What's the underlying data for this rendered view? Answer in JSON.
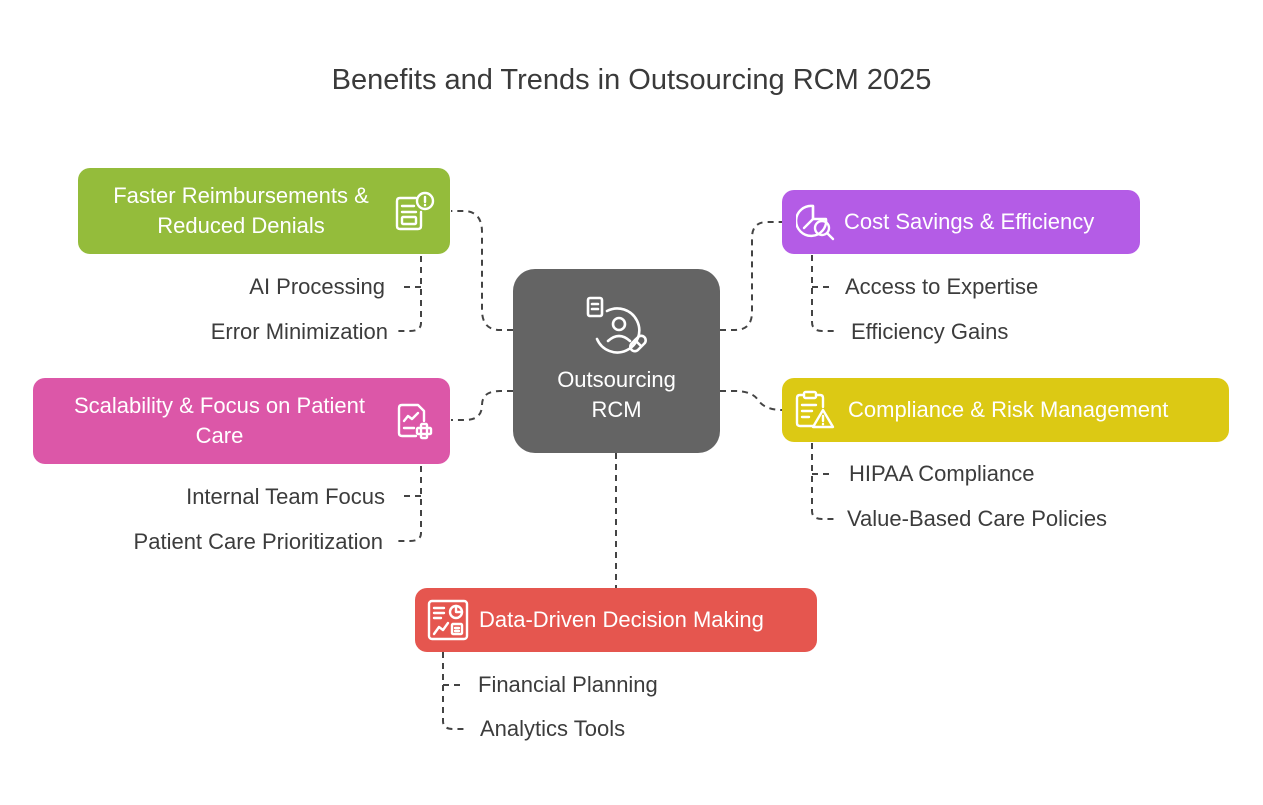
{
  "title": "Benefits and Trends in Outsourcing RCM 2025",
  "center": {
    "label_line1": "Outsourcing",
    "label_line2": "RCM",
    "icon": "patient-records-icon"
  },
  "nodes": {
    "faster_reimbursements": {
      "label_line1": "Faster Reimbursements &",
      "label_line2": "Reduced Denials",
      "color": "#94BC3B",
      "icon": "document-alert-icon",
      "items": [
        "AI Processing",
        "Error Minimization"
      ]
    },
    "scalability": {
      "label_line1": "Scalability & Focus on Patient",
      "label_line2": "Care",
      "color": "#DC57A8",
      "icon": "document-plus-icon",
      "items": [
        "Internal Team Focus",
        "Patient Care Prioritization"
      ]
    },
    "cost_savings": {
      "label": "Cost Savings & Efficiency",
      "color": "#B45CE6",
      "icon": "pie-chart-search-icon",
      "items": [
        "Access to Expertise",
        "Efficiency Gains"
      ]
    },
    "compliance": {
      "label": "Compliance & Risk Management",
      "color": "#DCC914",
      "icon": "clipboard-warning-icon",
      "items": [
        "HIPAA Compliance",
        "Value-Based Care Policies"
      ]
    },
    "data_driven": {
      "label": "Data-Driven Decision Making",
      "color": "#E5564F",
      "icon": "dashboard-icon",
      "items": [
        "Financial Planning",
        "Analytics Tools"
      ]
    }
  }
}
